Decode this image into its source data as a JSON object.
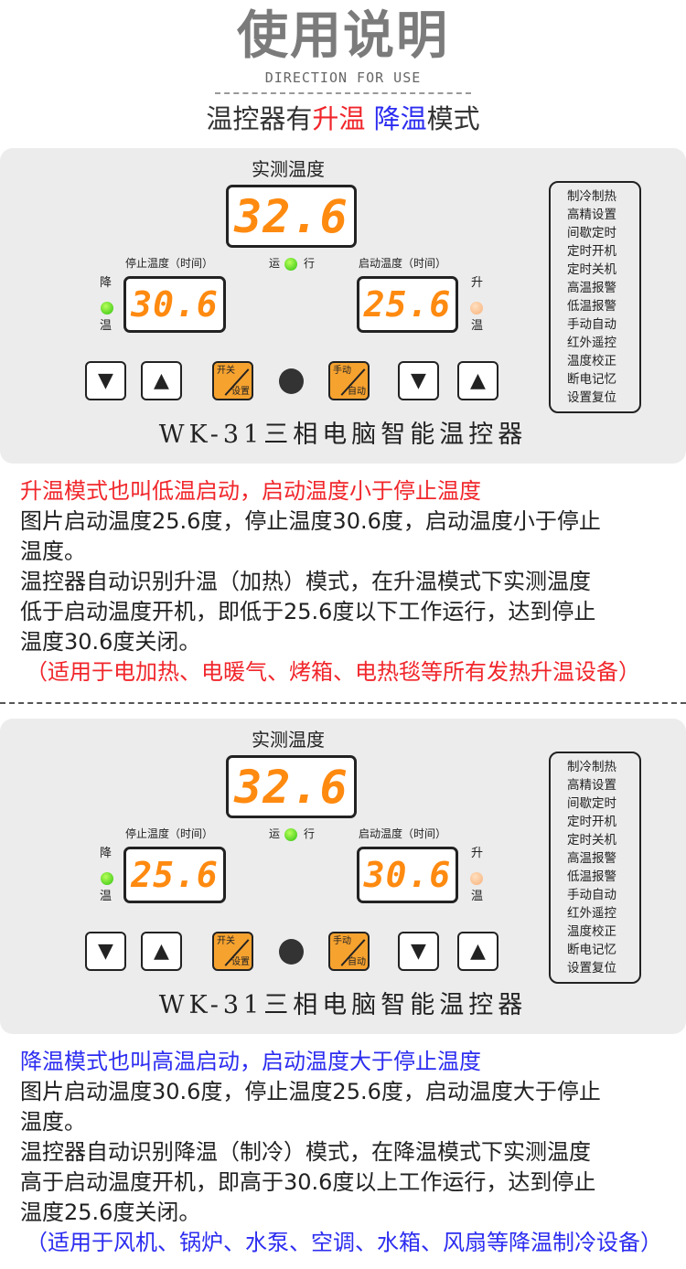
{
  "header": {
    "title": "使用说明",
    "subtitle": "DIRECTION FOR USE",
    "headline_pre": "温控器有",
    "headline_heat": "升温",
    "headline_cool": "降温",
    "headline_post": "模式"
  },
  "colors": {
    "heat": "#f0262b",
    "cool": "#2c2cf0",
    "segment": "#ff8a10",
    "panel": "#ececec",
    "button_orange": "#f6a22f"
  },
  "panel": {
    "measured_label": "实测温度",
    "stop_label": "停止温度（时间）",
    "start_label": "启动温度（时间）",
    "run_left": "运",
    "run_right": "行",
    "cool_top": "降",
    "cool_bottom": "温",
    "heat_top": "升",
    "heat_bottom": "温",
    "btn_power_top": "开关",
    "btn_power_bottom": "设置",
    "btn_manual_top": "手动",
    "btn_manual_bottom": "自动",
    "down_icon": "▼",
    "up_icon": "▲",
    "model": "WK-31三相电脑智能温控器",
    "features": [
      "制冷制热",
      "高精设置",
      "间歇定时",
      "定时开机",
      "定时关机",
      "高温报警",
      "低温报警",
      "手动自动",
      "红外遥控",
      "温度校正",
      "断电记忆",
      "设置复位"
    ]
  },
  "panels": [
    {
      "measured": "32.6",
      "stop": "30.6",
      "start": "25.6"
    },
    {
      "measured": "32.6",
      "stop": "25.6",
      "start": "30.6"
    }
  ],
  "sections": [
    {
      "heading": "升温模式也叫低温启动，启动温度小于停止温度",
      "lines": [
        "图片启动温度25.6度，停止温度30.6度，启动温度小于停止",
        "温度。",
        "温控器自动识别升温（加热）模式，在升温模式下实测温度",
        "低于启动温度开机，即低于25.6度以下工作运行，达到停止",
        "温度30.6度关闭。"
      ],
      "note": "（适用于电加热、电暖气、烤箱、电热毯等所有发热升温设备）"
    },
    {
      "heading": "降温模式也叫高温启动，启动温度大于停止温度",
      "lines": [
        "图片启动温度30.6度，停止温度25.6度，启动温度大于停止",
        "温度。",
        "温控器自动识别降温（制冷）模式，在降温模式下实测温度",
        "高于启动温度开机，即高于30.6度以上工作运行，达到停止",
        "温度25.6度关闭。"
      ],
      "note": "（适用于风机、锅炉、水泵、空调、水箱、风扇等降温制冷设备）"
    }
  ]
}
